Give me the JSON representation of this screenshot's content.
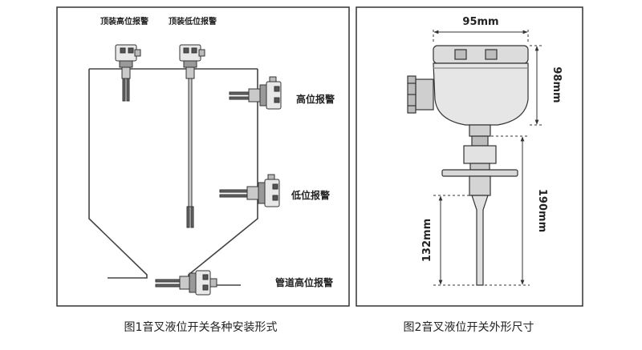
{
  "fig1": {
    "labels": {
      "top_high": "顶装高位报警",
      "top_low": "顶装低位报警",
      "side_high": "高位报警",
      "side_low": "低位报警",
      "pipe_high": "管道高位报警"
    },
    "caption": "图1音叉液位开关各种安装形式"
  },
  "fig2": {
    "dims": {
      "width": "95mm",
      "head_height": "98mm",
      "total_length": "190mm",
      "fork_length": "132mm"
    },
    "caption": "图2音叉液位开关外形尺寸"
  }
}
